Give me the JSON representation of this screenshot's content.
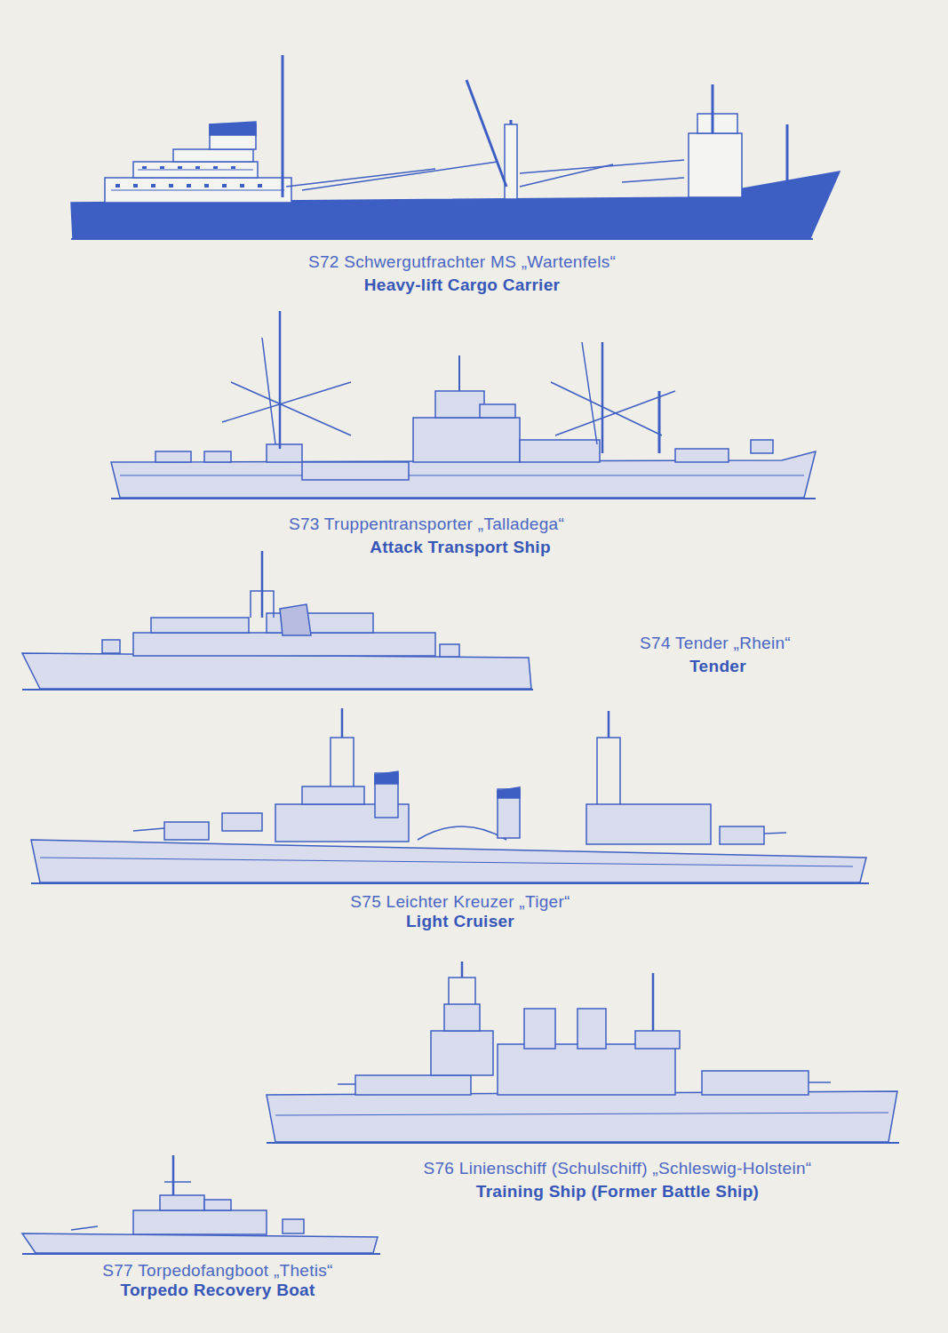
{
  "diagram": {
    "labels": [
      "S72 Schwergutfrachter MS „Wartenfels“",
      "Heavy-lift Cargo Carrier",
      "S73 Truppentransporter „Talladega“",
      "Attack Transport Ship",
      "S74 Tender „Rhein“",
      "Tender",
      "S75 Leichter Kreuzer „Tiger“",
      "Light Cruiser",
      "S76 Linienschiff (Schulschiff) „Schleswig-Holstein“",
      "Training Ship (Former Battle Ship)",
      "S77 Torpedofangboot „Thetis“",
      "Torpedo Recovery Boat"
    ]
  }
}
